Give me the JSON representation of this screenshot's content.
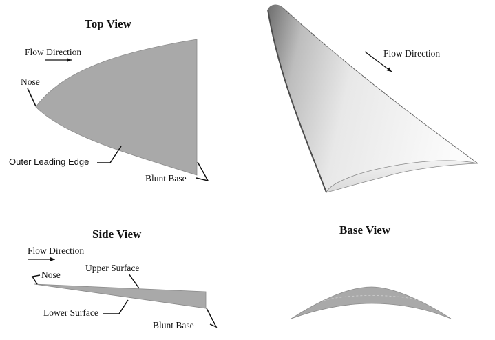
{
  "colors": {
    "surface": "#a9a9a9",
    "surface_dark": "#8c8c8c",
    "line": "#111111",
    "background": "#ffffff"
  },
  "panels": {
    "top_view": {
      "title": "Top View",
      "flow_label": "Flow Direction",
      "nose_label": "Nose",
      "outer_edge_label": "Outer Leading Edge",
      "base_label": "Blunt Base"
    },
    "perspective_view": {
      "flow_label": "Flow Direction"
    },
    "side_view": {
      "title": "Side View",
      "flow_label": "Flow Direction",
      "nose_label": "Nose",
      "upper_label": "Upper Surface",
      "lower_label": "Lower Surface",
      "base_label": "Blunt Base"
    },
    "base_view": {
      "title": "Base View"
    }
  }
}
